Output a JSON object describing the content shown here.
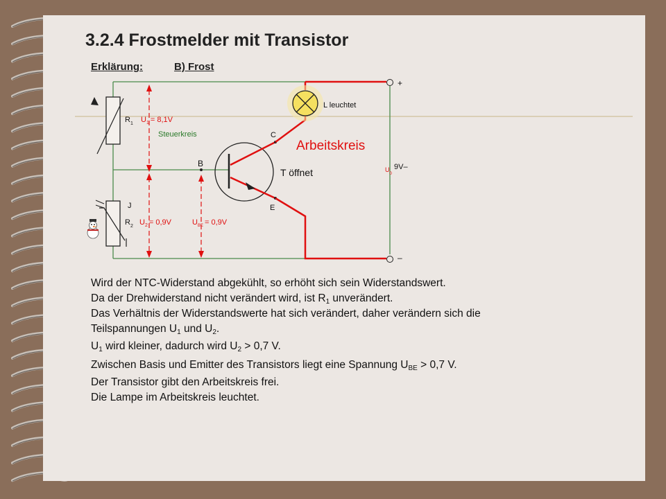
{
  "slide": {
    "title": "3.2.4 Frostmelder mit Transistor",
    "subtitle_left": "Erklärung:",
    "subtitle_right": "B) Frost"
  },
  "circuit": {
    "r1_label": "R",
    "r1_sub": "1",
    "u1_label": "U",
    "u1_sub": "1",
    "u1_value": "= 8,1V",
    "steuerkreis": "Steuerkreis",
    "r2_label": "R",
    "r2_sub": "2",
    "u2_label": "U",
    "u2_sub": "2",
    "u2_value": "= 0,9V",
    "ube_label": "U",
    "ube_sub": "BE",
    "ube_value": "= 0,9V",
    "ntc_label": "J",
    "base_label": "B",
    "collector_label": "C",
    "emitter_label": "E",
    "transistor_state": "T öffnet",
    "lamp_state": "L leuchtet",
    "arbeitskreis": "Arbeitskreis",
    "supply_plus": "+",
    "supply_minus": "–",
    "supply_u": "U",
    "supply_u_sub": "0",
    "supply_value": "9V–",
    "colors": {
      "wire": "#4a8a4a",
      "work_circuit": "#e01010",
      "voltage_arrows": "#e01010",
      "lamp": "#f5e060"
    }
  },
  "body": {
    "l1": "Wird der NTC-Widerstand abgekühlt, so erhöht sich sein Widerstandswert.",
    "l2a": "Da der Drehwiderstand nicht verändert wird, ist R",
    "l2s": "1",
    "l2b": " unverändert.",
    "l3": "Das Verhältnis der Widerstandswerte hat sich verändert, daher verändern sich die",
    "l4a": "Teilspannungen U",
    "l4s1": "1",
    "l4b": " und U",
    "l4s2": "2",
    "l4c": ".",
    "l5a": "U",
    "l5s1": "1",
    "l5b": " wird kleiner, dadurch wird U",
    "l5s2": "2",
    "l5c": " > 0,7 V.",
    "l6a": "Zwischen Basis und Emitter des Transistors liegt eine Spannung U",
    "l6s": "BE",
    "l6b": " > 0,7 V.",
    "l7": "Der Transistor gibt den Arbeitskreis frei.",
    "l8": "Die Lampe im Arbeitskreis leuchtet."
  }
}
